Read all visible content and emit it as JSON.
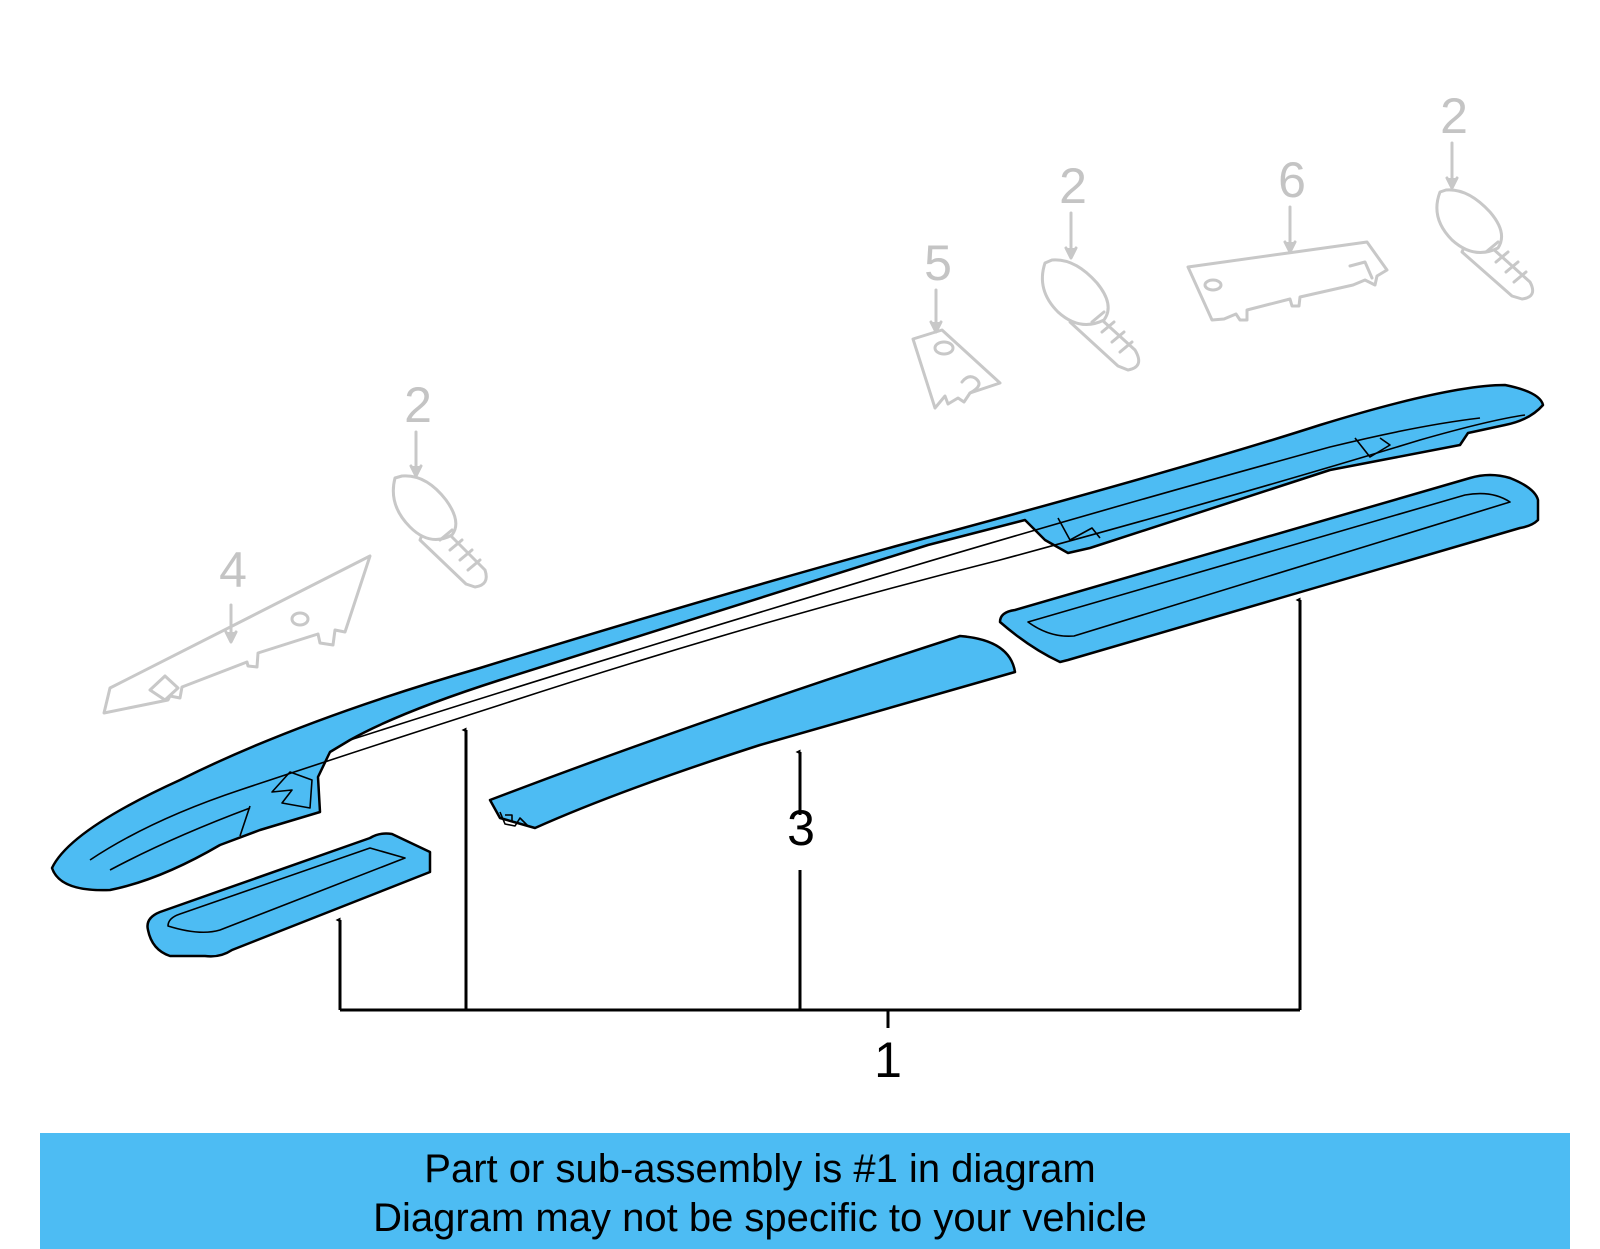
{
  "colors": {
    "highlight": "#4dbcf3",
    "outline": "#000000",
    "ghost": "#c8c8c8",
    "banner": "#4dbcf3"
  },
  "callouts": {
    "part_1": "1",
    "part_2a": "2",
    "part_2b": "2",
    "part_2c": "2",
    "part_2d": "2",
    "part_3": "3",
    "part_4": "4",
    "part_5": "5",
    "part_6": "6"
  },
  "banner": {
    "line1": "Part or sub-assembly is #1 in diagram",
    "line2": "Diagram may not be specific to your vehicle"
  }
}
